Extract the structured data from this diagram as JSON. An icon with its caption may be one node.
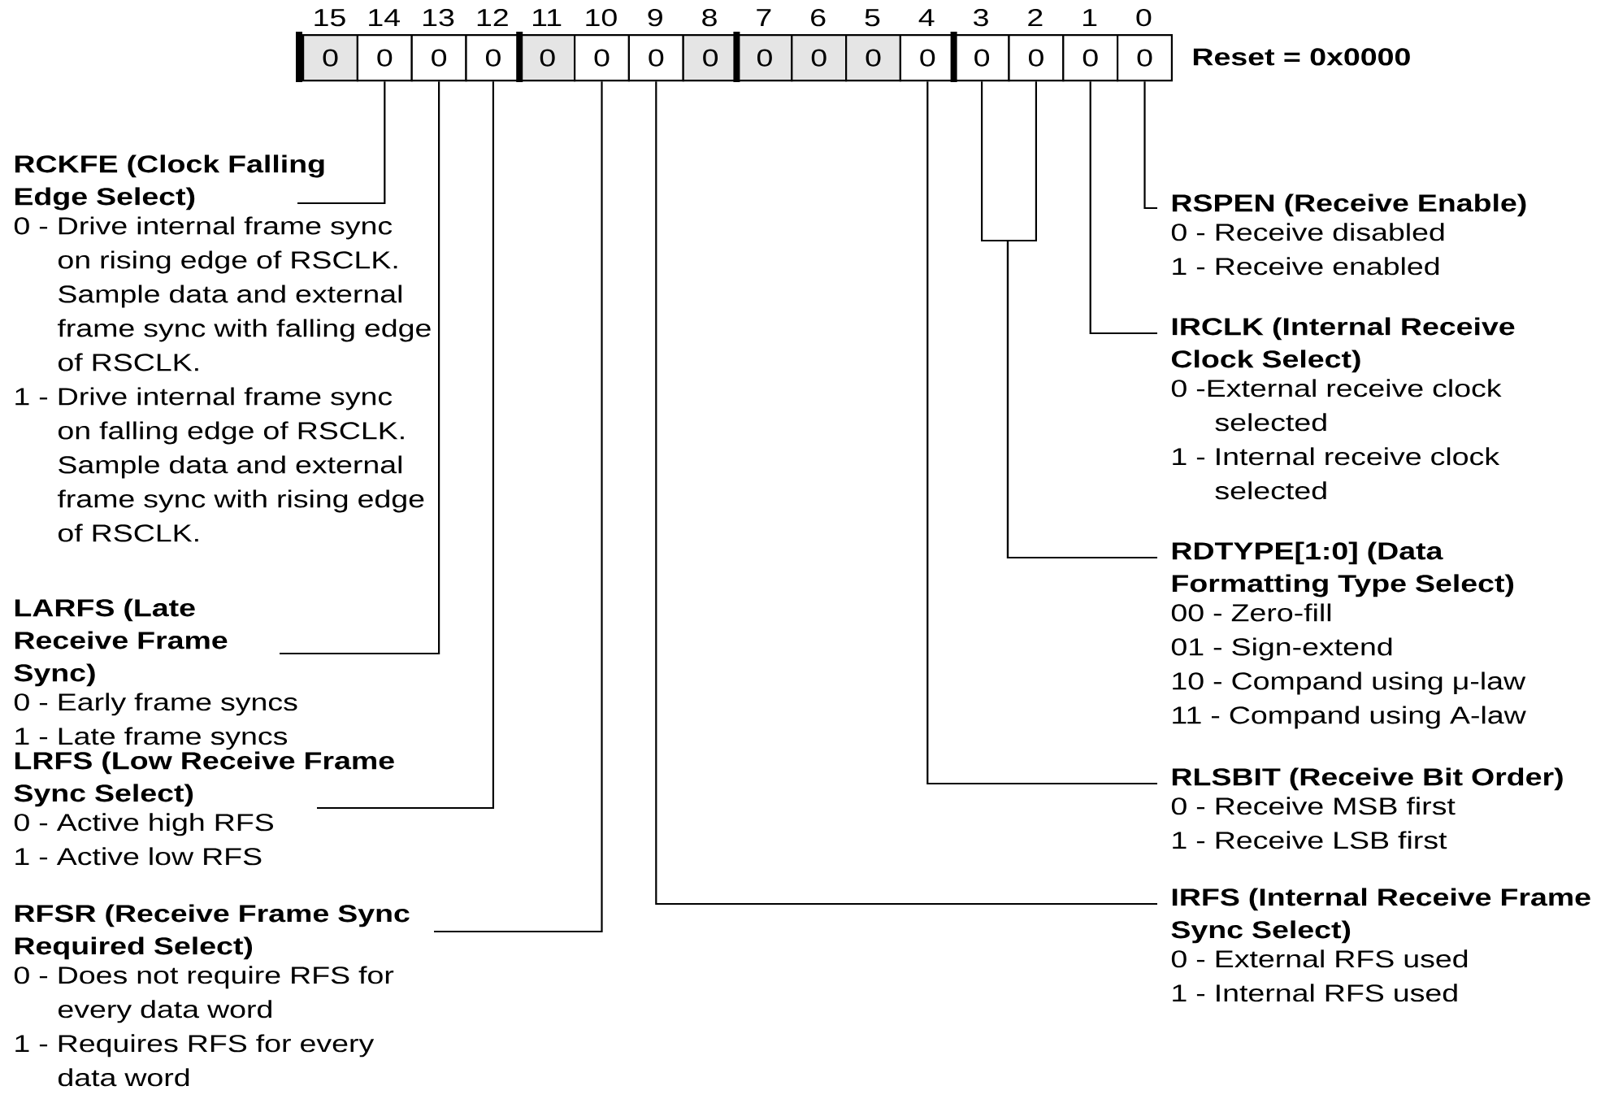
{
  "diagram": {
    "nodes": [
      {
        "text": [
          "0"
        ],
        "beside": [
          "15"
        ]
      },
      {
        "text": [
          "0"
        ],
        "beside": [
          "14"
        ]
      },
      {
        "text": [
          "0"
        ],
        "beside": [
          "13"
        ]
      },
      {
        "text": [
          "0"
        ],
        "beside": [
          "12"
        ]
      },
      {
        "text": [
          "0"
        ],
        "beside": [
          "11"
        ]
      },
      {
        "text": [
          "0"
        ],
        "beside": [
          "10"
        ]
      },
      {
        "text": [
          "0"
        ],
        "beside": [
          "9"
        ]
      },
      {
        "text": [
          "0"
        ],
        "beside": [
          "8"
        ]
      },
      {
        "text": [
          "0"
        ],
        "beside": [
          "7"
        ]
      },
      {
        "text": [
          "0"
        ],
        "beside": [
          "6"
        ]
      },
      {
        "text": [
          "0"
        ],
        "beside": [
          "5"
        ]
      },
      {
        "text": [
          "0"
        ],
        "beside": [
          "4"
        ]
      },
      {
        "text": [
          "0"
        ],
        "beside": [
          "3"
        ]
      },
      {
        "text": [
          "0"
        ],
        "beside": [
          "2"
        ]
      },
      {
        "text": [
          "0"
        ],
        "beside": [
          "1"
        ]
      },
      {
        "text": [
          "0"
        ],
        "beside": [
          "0"
        ]
      },
      {
        "text": [
          "RCKFE (Clock Falling Edge Select)",
          "0 - Drive internal frame sync on rising edge of RSCLK. Sample data and external frame sync with falling edge of RSCLK.",
          "1 - Drive internal frame sync on falling edge of RSCLK. Sample data and external frame sync with rising edge of RSCLK."
        ]
      },
      {
        "text": [
          "LARFS (Late Receive Frame Sync)",
          "0 - Early frame syncs",
          "1 - Late frame syncs"
        ]
      },
      {
        "text": [
          "LRFS (Low Receive Frame Sync Select)",
          "0 - Active high RFS",
          "1 - Active low RFS"
        ]
      },
      {
        "text": [
          "RFSR (Receive Frame Sync Required Select)",
          "0 - Does not require RFS for every data word",
          "1 - Requires RFS for every data word"
        ]
      },
      {
        "text": [
          "RSPEN (Receive Enable)",
          "0 - Receive disabled",
          "1 - Receive enabled"
        ]
      },
      {
        "text": [
          "IRCLK (Internal Receive Clock Select)",
          "0 -External receive clock selected",
          "1 - Internal receive clock selected"
        ]
      },
      {
        "text": [
          "RDTYPE[1:0] (Data Formatting Type Select)",
          "00 - Zero-fill",
          "01 - Sign-extend",
          "10 - Compand using μ-law",
          "11 - Compand using A-law"
        ]
      },
      {
        "text": [
          "RLSBIT (Receive Bit Order)",
          "0 - Receive MSB first",
          "1 - Receive LSB first"
        ]
      },
      {
        "text": [
          "IRFS (Internal Receive Frame Sync Select)",
          "0 - External RFS used",
          "1 - Internal RFS used"
        ]
      }
    ],
    "edges": [
      {
        "from": 16,
        "to": 1,
        "arrow": "none"
      },
      {
        "from": 17,
        "to": 2,
        "arrow": "none"
      },
      {
        "from": 18,
        "to": 3,
        "arrow": "none"
      },
      {
        "from": 19,
        "to": 5,
        "arrow": "none"
      },
      {
        "from": 20,
        "to": 15,
        "arrow": "none"
      },
      {
        "from": 21,
        "to": 14,
        "arrow": "none"
      },
      {
        "from": 22,
        "to": 12,
        "arrow": "none"
      },
      {
        "from": 22,
        "to": 13,
        "arrow": "none"
      },
      {
        "from": 23,
        "to": 11,
        "arrow": "none"
      },
      {
        "from": 24,
        "to": 6,
        "arrow": "none"
      }
    ],
    "labels": [
      "Reset = 0x0000"
    ]
  }
}
